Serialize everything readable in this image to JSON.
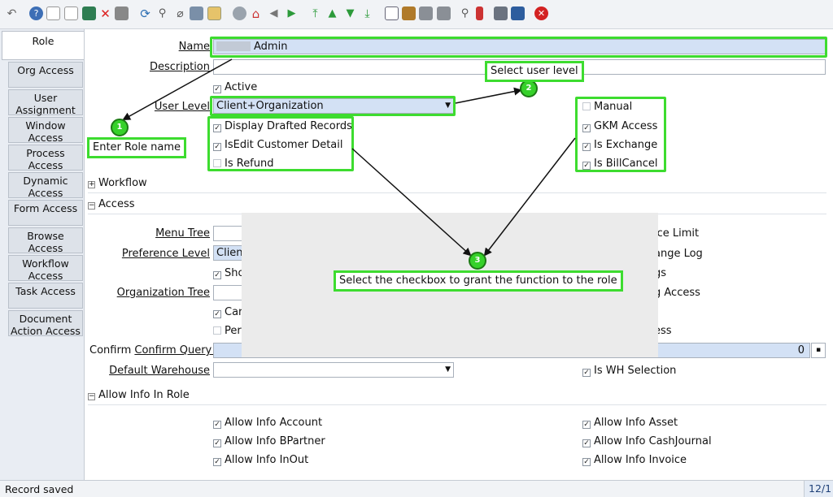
{
  "tabs": [
    "Role",
    "Org Access",
    "User Assignment",
    "Window Access",
    "Process Access",
    "Dynamic Access",
    "Form Access",
    "Browse Access",
    "Workflow Access",
    "Task Access",
    "Document Action Access"
  ],
  "form": {
    "name_label": "Name",
    "name_value": "Admin",
    "description_label": "Description",
    "active_label": "Active",
    "user_level_label": "User Level",
    "user_level_value": "Client+Organization",
    "display_drafted": "Display Drafted Records",
    "isedit_customer": "IsEdit Customer Detail",
    "is_refund": "Is Refund",
    "manual": "Manual",
    "gkm_access": "GKM Access",
    "is_exchange": "Is Exchange",
    "is_billcancel": "Is BillCancel",
    "workflow_section": "Workflow",
    "access_section": "Access",
    "menu_tree_label": "Menu Tree",
    "preference_level_label": "Preference Level",
    "preference_level_value": "Clien",
    "sho_partial": "Sho",
    "organization_tree_label": "Organization Tree",
    "car_partial": "Car",
    "per_partial": "Per",
    "price_limit_partial": "ice Limit",
    "change_log_partial": "ange Log",
    "gs_partial": "gs",
    "g_access_partial": "g Access",
    "ess_partial": "ess",
    "confirm_query_label": "Confirm Query Records",
    "confirm_query_value": "0",
    "default_warehouse_label": "Default Warehouse",
    "is_wh_selection": "Is WH Selection",
    "allow_info_section": "Allow Info In Role",
    "allow_account": "Allow Info Account",
    "allow_bpartner": "Allow Info BPartner",
    "allow_inout": "Allow Info InOut",
    "allow_asset": "Allow Info Asset",
    "allow_cashjournal": "Allow Info CashJournal",
    "allow_invoice": "Allow Info Invoice"
  },
  "annotations": {
    "callout_1": "Enter Role name",
    "callout_2": "Select user level",
    "callout_3": "Select the checkbox to grant the function to the role",
    "num_1": "1",
    "num_2": "2",
    "num_3": "3"
  },
  "status": {
    "message": "Record saved",
    "page_indicator": "12/1"
  },
  "colors": {
    "highlight": "#3ddc2f",
    "field_blue": "#d3e1f5"
  }
}
